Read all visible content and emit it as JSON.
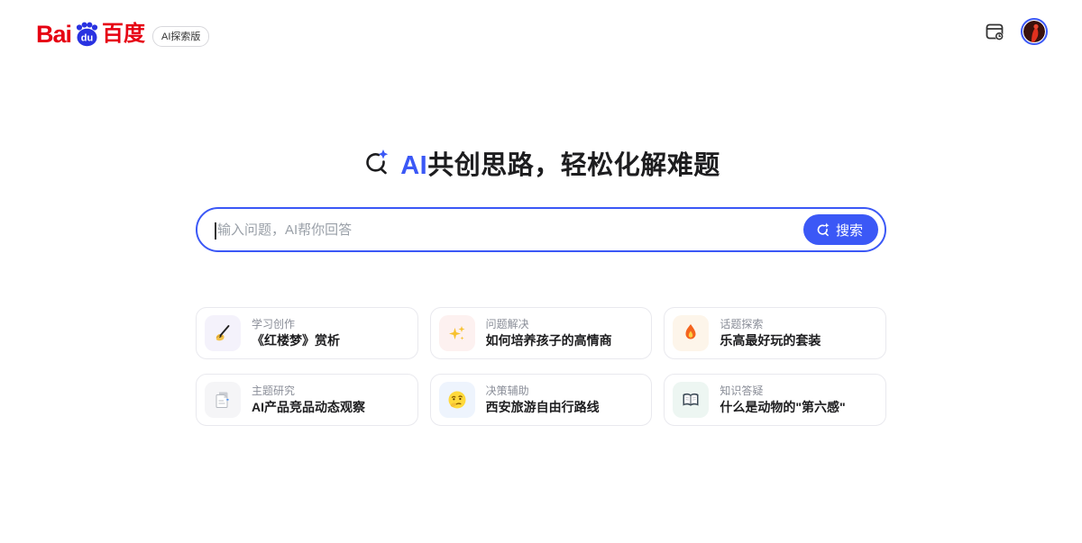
{
  "header": {
    "logo": {
      "bai": "Bai",
      "du": "du",
      "cn": "百度"
    },
    "version_badge": "AI探索版"
  },
  "hero": {
    "title_prefix": "AI",
    "title_rest": "共创思路，轻松化解难题"
  },
  "search": {
    "placeholder": "输入问题，AI帮你回答",
    "button_label": "搜索"
  },
  "cards": [
    {
      "label": "学习创作",
      "title": "《红楼梦》赏析",
      "icon": "writing-hand-icon",
      "tile_color": "#f4f2fb"
    },
    {
      "label": "问题解决",
      "title": "如何培养孩子的高情商",
      "icon": "sparkles-icon",
      "tile_color": "#fdf1f0"
    },
    {
      "label": "话题探索",
      "title": "乐高最好玩的套装",
      "icon": "fire-icon",
      "tile_color": "#fdf5ea"
    },
    {
      "label": "主题研究",
      "title": "AI产品竞品动态观察",
      "icon": "bookmark-tabs-icon",
      "tile_color": "#f5f5f7"
    },
    {
      "label": "决策辅助",
      "title": "西安旅游自由行路线",
      "icon": "thinking-face-icon",
      "tile_color": "#eef4fd"
    },
    {
      "label": "知识答疑",
      "title": "什么是动物的\"第六感\"",
      "icon": "open-book-icon",
      "tile_color": "#edf6f2"
    }
  ],
  "colors": {
    "accent_blue": "#3b58f6",
    "baidu_red": "#e60012",
    "baidu_paw_blue": "#2932e1"
  }
}
